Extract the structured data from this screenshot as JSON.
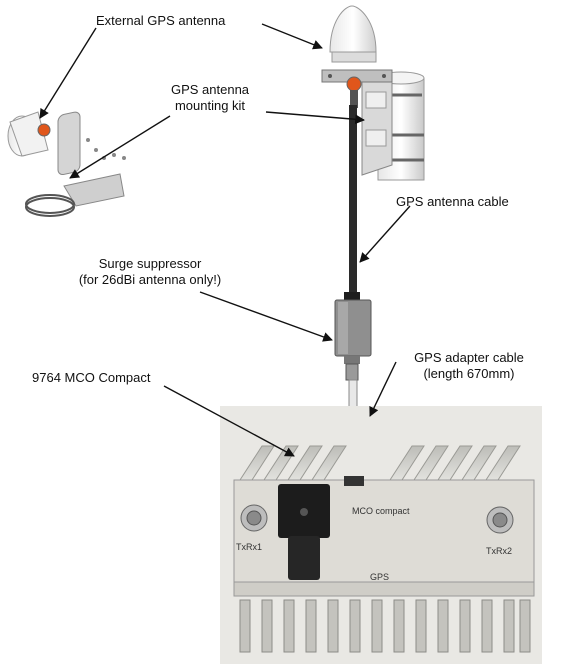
{
  "labels": {
    "external_gps_antenna": "External GPS antenna",
    "mounting_kit_line1": "GPS antenna",
    "mounting_kit_line2": "mounting kit",
    "antenna_cable": "GPS antenna cable",
    "surge_line1": "Surge suppressor",
    "surge_line2": "(for 26dBi antenna only!)",
    "adapter_line1": "GPS adapter cable",
    "adapter_line2": "(length 670mm)",
    "mco_compact": "9764 MCO Compact"
  },
  "device_text": {
    "model": "MCO compact",
    "port_left": "TxRx1",
    "port_right": "TxRx2",
    "gps": "GPS"
  },
  "colors": {
    "background": "#ffffff",
    "text": "#111111",
    "arrow": "#111111",
    "cable": "#2b2b2b",
    "device_body": "#d9d9d4",
    "heatsink": "#cfcfca",
    "connector_orange": "#e0561b"
  }
}
